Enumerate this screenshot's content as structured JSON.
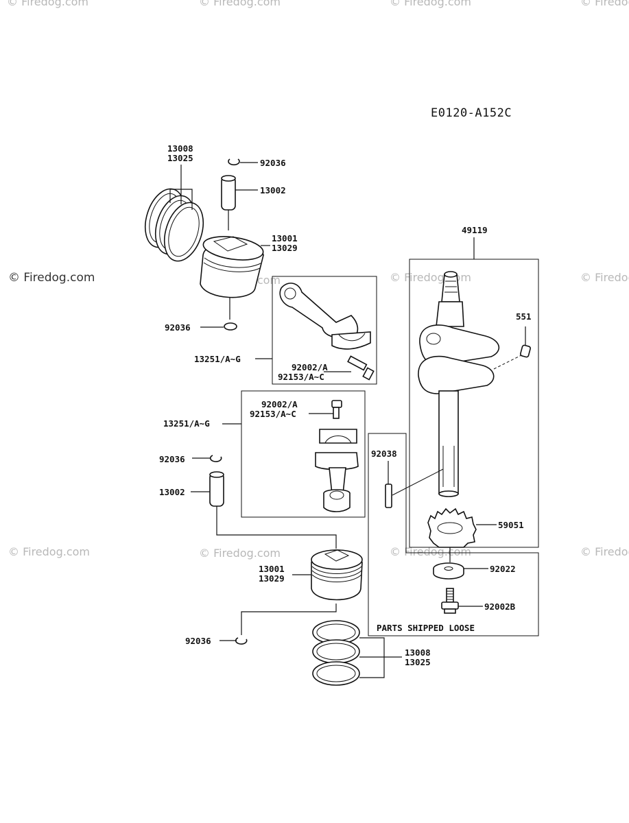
{
  "diagram_code": "E0120-A152C",
  "watermark": "© Firedog.com",
  "box_note": "PARTS SHIPPED LOOSE",
  "labels": {
    "top_rings_a": "13008",
    "top_rings_b": "13025",
    "top_clip": "92036",
    "top_pin": "13002",
    "top_piston_a": "13001",
    "top_piston_b": "13029",
    "top_clip_lower": "92036",
    "top_conrod": "13251/A~G",
    "top_bolt_a": "92002/A",
    "top_bolt_b": "92153/A~C",
    "crankshaft": "49119",
    "crank_pin_part": "551",
    "mid_bolt_a": "92002/A",
    "mid_bolt_b": "92153/A~C",
    "mid_conrod": "13251/A~G",
    "key": "92038",
    "mid_clip": "92036",
    "mid_pin": "13002",
    "gear": "59051",
    "washer": "92022",
    "bolt_b": "92002B",
    "bottom_piston_a": "13001",
    "bottom_piston_b": "13029",
    "bottom_clip": "92036",
    "bottom_rings_a": "13008",
    "bottom_rings_b": "13025"
  }
}
